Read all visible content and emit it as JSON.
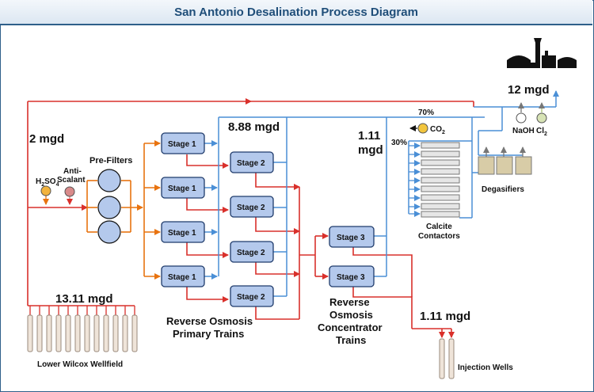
{
  "title": "San Antonio Desalination Process Diagram",
  "flows": {
    "feed": "2 mgd",
    "well": "13.11 mgd",
    "permeate_primary": "8.88 mgd",
    "concentrate_permeate_line1": "1.11",
    "concentrate_permeate_line2": "mgd",
    "product": "12 mgd",
    "injection": "1.11 mgd",
    "split_70": "70%",
    "split_30": "30%"
  },
  "chemicals": {
    "h2so4_base": "H",
    "h2so4_sub1": "2",
    "h2so4_mid": "SO",
    "h2so4_sub2": "4",
    "antiscalant_line1": "Anti-",
    "antiscalant_line2": "Scalant",
    "co2_base": "CO",
    "co2_sub": "2",
    "naoh": "NaOH",
    "cl2_base": "Cl",
    "cl2_sub": "2"
  },
  "labels": {
    "prefilters": "Pre-Filters",
    "wellfield": "Lower Wilcox Wellfield",
    "primary_line1": "Reverse Osmosis",
    "primary_line2": "Primary Trains",
    "concentrator_line1": "Reverse",
    "concentrator_line2": "Osmosis",
    "concentrator_line3": "Concentrator",
    "concentrator_line4": "Trains",
    "calcite_line1": "Calcite",
    "calcite_line2": "Contactors",
    "degasifiers": "Degasifiers",
    "injection_wells": "Injection Wells"
  },
  "stages": {
    "stage1": "Stage 1",
    "stage2": "Stage 2",
    "stage3": "Stage 3"
  },
  "colors": {
    "raw_water": "#d9302b",
    "feed_orange": "#e8730f",
    "permeate_blue": "#4a8fd6",
    "stage_fill": "#b4c9ec",
    "title_blue": "#1f4e79"
  }
}
